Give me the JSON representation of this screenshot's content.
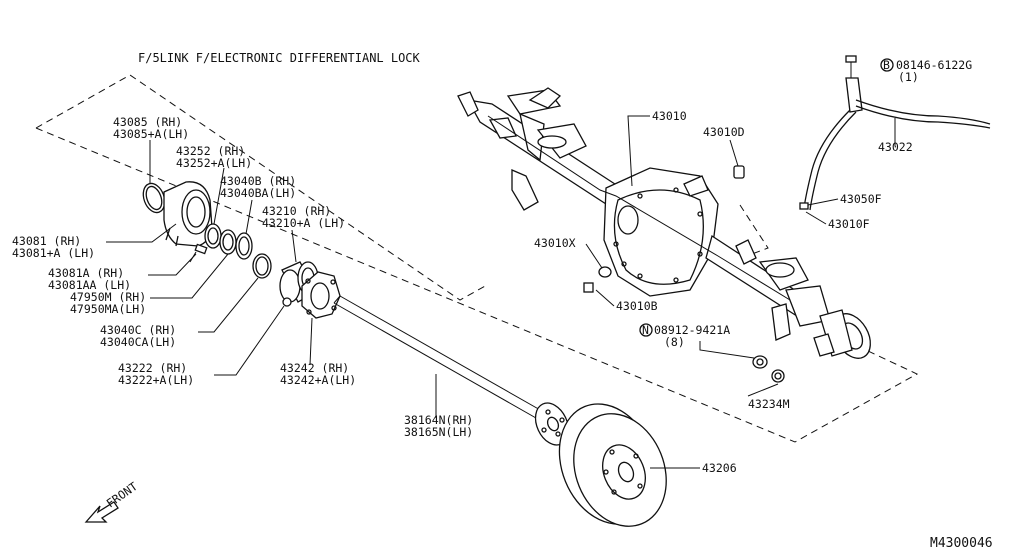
{
  "title": "F/5LINK F/ELECTRONIC DIFFERENTIANL LOCK",
  "diagram_code": "M4300046",
  "front_label": "FRONT",
  "labels": {
    "p43085_rh": "43085  (RH)",
    "p43085_lh": "43085+A(LH)",
    "p43252_rh": "43252  (RH)",
    "p43252_lh": "43252+A(LH)",
    "p43040b_rh": "43040B (RH)",
    "p43040b_lh": "43040BA(LH)",
    "p43210_rh": "43210  (RH)",
    "p43210_lh": "43210+A (LH)",
    "p43081_rh": "43081  (RH)",
    "p43081_lh": "43081+A (LH)",
    "p43081a_rh": "43081A  (RH)",
    "p43081a_lh": "43081AA (LH)",
    "p47950m_rh": "47950M (RH)",
    "p47950m_lh": "47950MA(LH)",
    "p43040c_rh": "43040C (RH)",
    "p43040c_lh": "43040CA(LH)",
    "p43222_rh": "43222  (RH)",
    "p43222_lh": "43222+A(LH)",
    "p43242_rh": "43242  (RH)",
    "p43242_lh": "43242+A(LH)",
    "p38164": "38164N(RH)",
    "p38165": "38165N(LH)",
    "p43206": "43206",
    "p43010": "43010",
    "p43010d": "43010D",
    "p43022": "43022",
    "p43050f": "43050F",
    "p43010f": "43010F",
    "p43010x": "43010X",
    "p43010b": "43010B",
    "p08912": "08912-9421A",
    "p08912_qty": "(8)",
    "p43234m": "43234M",
    "p08146": "08146-6122G",
    "p08146_qty": "(1)",
    "badge_b": "B",
    "badge_n": "N"
  }
}
